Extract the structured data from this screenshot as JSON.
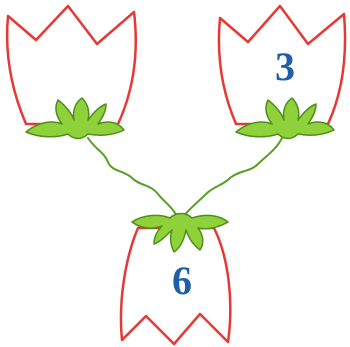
{
  "colors": {
    "petal_outline": "#e53935",
    "petal_fill": "#ffffff",
    "leaf_fill": "#8fd13a",
    "leaf_outline": "#4f8f1a",
    "stem": "#5a9e2a",
    "number": "#1f5fa8",
    "background": "#ffffff"
  },
  "flowers": [
    {
      "position": "top-left",
      "orientation": "upright",
      "number": ""
    },
    {
      "position": "top-right",
      "orientation": "upright",
      "number": "3"
    },
    {
      "position": "bottom-center",
      "orientation": "upside-down",
      "number": "6"
    }
  ]
}
